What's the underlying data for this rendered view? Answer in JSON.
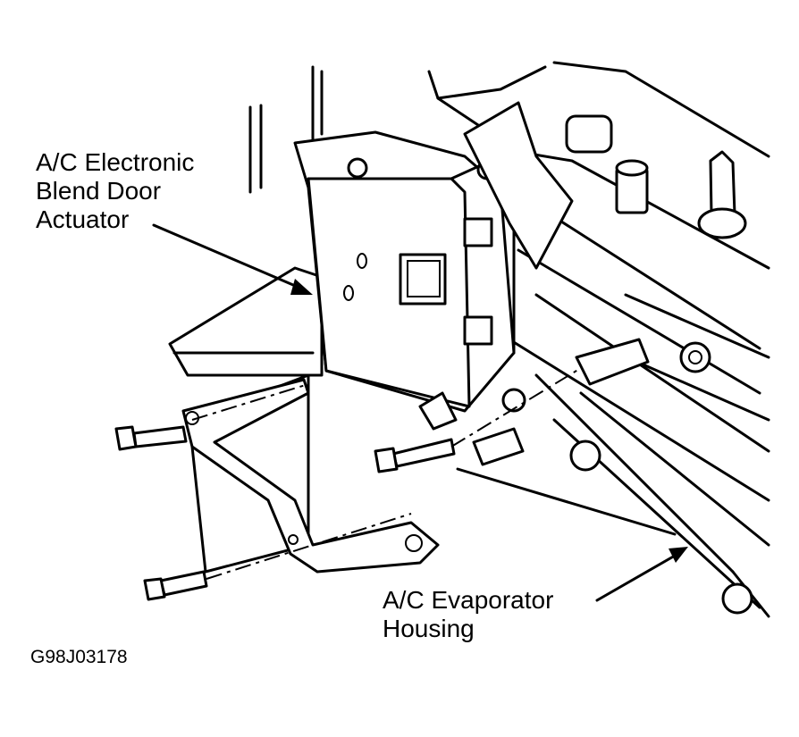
{
  "labels": {
    "actuator": [
      "A/C Electronic",
      "Blend Door",
      "Actuator"
    ],
    "housing": [
      "A/C Evaporator",
      "Housing"
    ]
  },
  "figure_id": "G98J03178"
}
